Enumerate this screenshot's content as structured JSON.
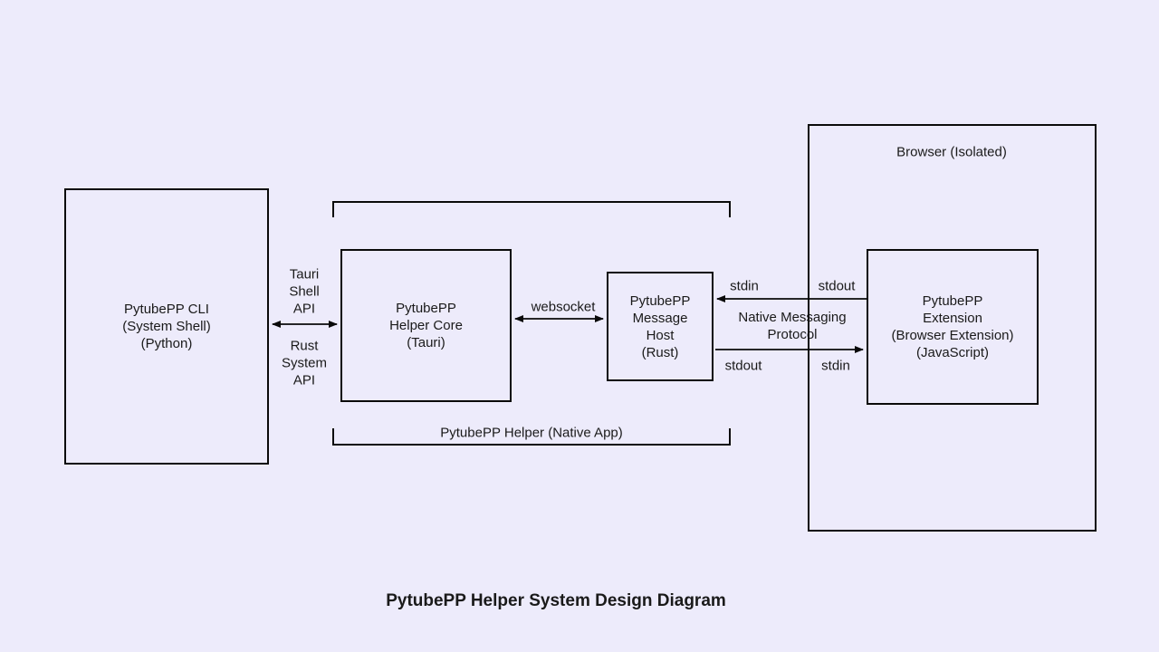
{
  "title": "PytubePP Helper System Design Diagram",
  "colors": {
    "background": "#EDEBFB",
    "stroke": "#0a0a0a",
    "text": "#1a1a1a"
  },
  "boxes": {
    "cli": {
      "lines": [
        "PytubePP CLI",
        "(System Shell)",
        "(Python)"
      ]
    },
    "helper_core": {
      "lines": [
        "PytubePP",
        "Helper Core",
        "(Tauri)"
      ]
    },
    "message_host": {
      "lines": [
        "PytubePP",
        "Message",
        "Host",
        "(Rust)"
      ]
    },
    "extension": {
      "lines": [
        "PytubePP",
        "Extension",
        "(Browser Extension)",
        "(JavaScript)"
      ]
    },
    "browser": {
      "label": "Browser (Isolated)"
    }
  },
  "group": {
    "caption": "PytubePP Helper (Native App)"
  },
  "connections": {
    "tauri_shell_api": {
      "lines": [
        "Tauri",
        "Shell",
        "API"
      ]
    },
    "rust_system_api": {
      "lines": [
        "Rust",
        "System",
        "API"
      ]
    },
    "websocket": {
      "label": "websocket"
    },
    "native_messaging": {
      "lines": [
        "Native Messaging",
        "Protocol"
      ]
    },
    "top_stdin": "stdin",
    "top_stdout": "stdout",
    "bottom_stdout": "stdout",
    "bottom_stdin": "stdin"
  }
}
